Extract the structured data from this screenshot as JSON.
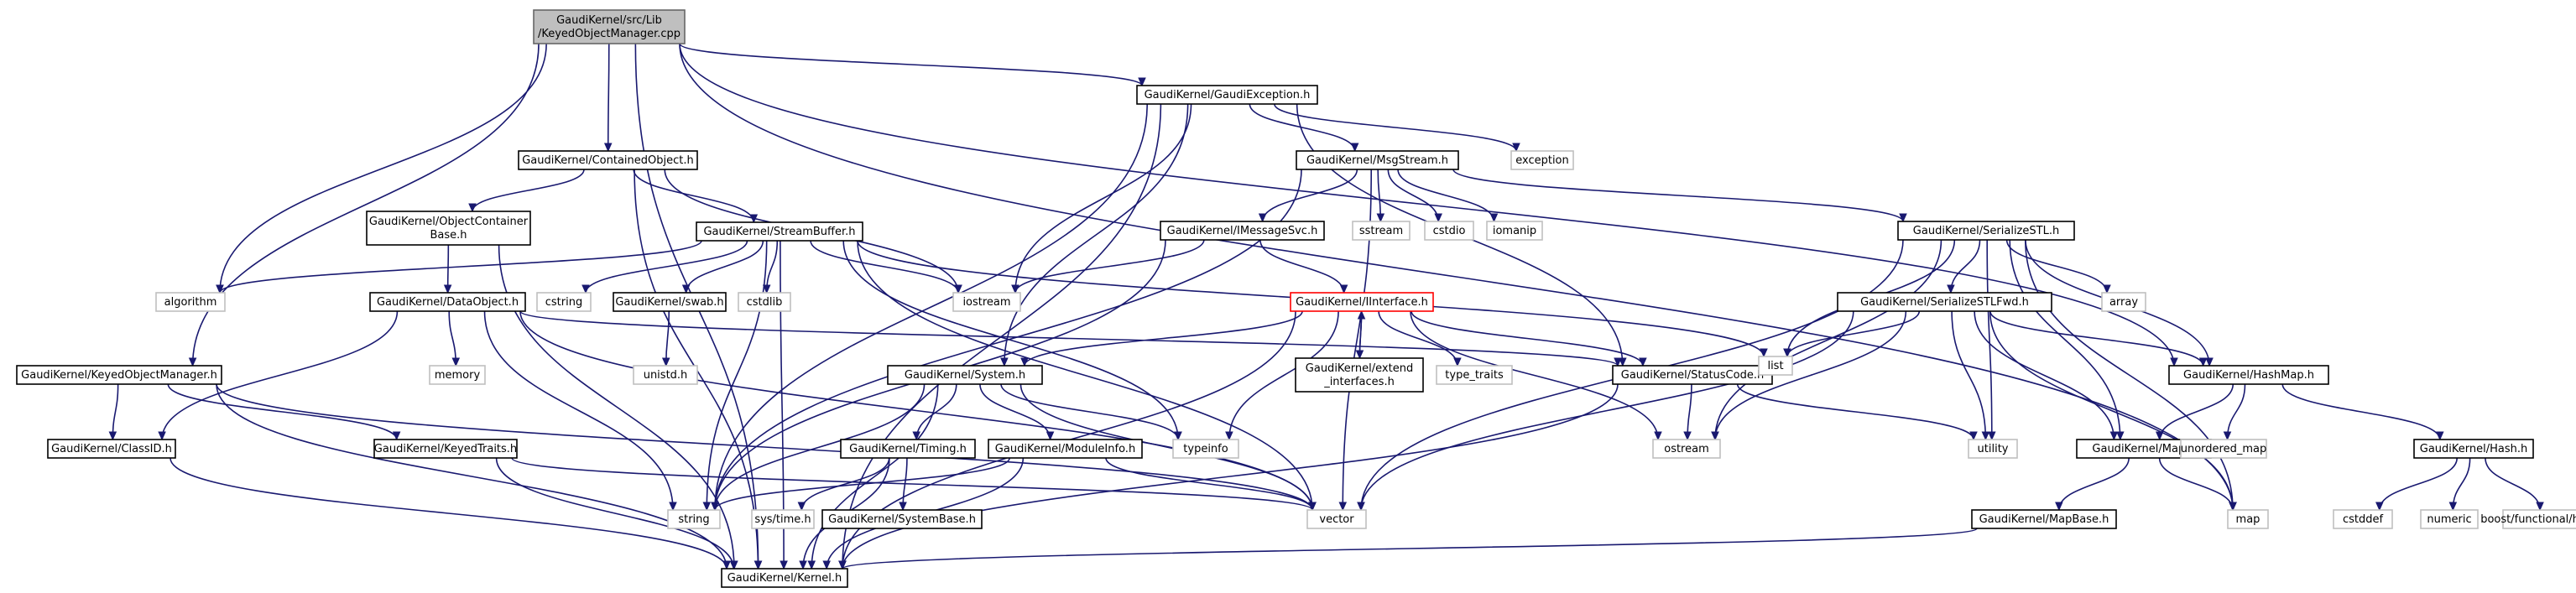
{
  "colors": {
    "edge": "#191970",
    "node_border": "#000000",
    "system_border": "#bfbfbf",
    "root_fill": "#bfbfbf",
    "root_border": "#666666",
    "missing_border": "#ff0000",
    "node_fill": "#ffffff"
  },
  "nodes": [
    {
      "id": "root",
      "style": "root",
      "lines": [
        "GaudiKernel/src/Lib",
        "/KeyedObjectManager.cpp"
      ]
    },
    {
      "id": "gaudiexception",
      "style": "normal",
      "lines": [
        "GaudiKernel/GaudiException.h"
      ]
    },
    {
      "id": "containedobject",
      "style": "normal",
      "lines": [
        "GaudiKernel/ContainedObject.h"
      ]
    },
    {
      "id": "objectcontainerbase",
      "style": "normal",
      "lines": [
        "GaudiKernel/ObjectContainer",
        "Base.h"
      ]
    },
    {
      "id": "streambuffer",
      "style": "normal",
      "lines": [
        "GaudiKernel/StreamBuffer.h"
      ]
    },
    {
      "id": "msgstream",
      "style": "normal",
      "lines": [
        "GaudiKernel/MsgStream.h"
      ]
    },
    {
      "id": "imessagesvc",
      "style": "normal",
      "lines": [
        "GaudiKernel/IMessageSvc.h"
      ]
    },
    {
      "id": "serializestl",
      "style": "normal",
      "lines": [
        "GaudiKernel/SerializeSTL.h"
      ]
    },
    {
      "id": "serializestlfwd",
      "style": "normal",
      "lines": [
        "GaudiKernel/SerializeSTLFwd.h"
      ]
    },
    {
      "id": "dataobject",
      "style": "normal",
      "lines": [
        "GaudiKernel/DataObject.h"
      ]
    },
    {
      "id": "swab",
      "style": "normal",
      "lines": [
        "GaudiKernel/swab.h"
      ]
    },
    {
      "id": "iinterface",
      "style": "missing",
      "lines": [
        "GaudiKernel/IInterface.h"
      ]
    },
    {
      "id": "extendinterfaces",
      "style": "normal",
      "lines": [
        "GaudiKernel/extend",
        "_interfaces.h"
      ]
    },
    {
      "id": "statuscode",
      "style": "normal",
      "lines": [
        "GaudiKernel/StatusCode.h"
      ]
    },
    {
      "id": "keyedobjectmanager",
      "style": "normal",
      "lines": [
        "GaudiKernel/KeyedObjectManager.h"
      ]
    },
    {
      "id": "system",
      "style": "normal",
      "lines": [
        "GaudiKernel/System.h"
      ]
    },
    {
      "id": "hashmap",
      "style": "normal",
      "lines": [
        "GaudiKernel/HashMap.h"
      ]
    },
    {
      "id": "classid",
      "style": "normal",
      "lines": [
        "GaudiKernel/ClassID.h"
      ]
    },
    {
      "id": "keyedtraits",
      "style": "normal",
      "lines": [
        "GaudiKernel/KeyedTraits.h"
      ]
    },
    {
      "id": "timing",
      "style": "normal",
      "lines": [
        "GaudiKernel/Timing.h"
      ]
    },
    {
      "id": "moduleinfo",
      "style": "normal",
      "lines": [
        "GaudiKernel/ModuleInfo.h"
      ]
    },
    {
      "id": "gkmap",
      "style": "normal",
      "lines": [
        "GaudiKernel/Map.h"
      ]
    },
    {
      "id": "hash",
      "style": "normal",
      "lines": [
        "GaudiKernel/Hash.h"
      ]
    },
    {
      "id": "systembase",
      "style": "normal",
      "lines": [
        "GaudiKernel/SystemBase.h"
      ]
    },
    {
      "id": "mapbase",
      "style": "normal",
      "lines": [
        "GaudiKernel/MapBase.h"
      ]
    },
    {
      "id": "kernel",
      "style": "normal",
      "lines": [
        "GaudiKernel/Kernel.h"
      ]
    },
    {
      "id": "exception",
      "style": "system",
      "lines": [
        "exception"
      ]
    },
    {
      "id": "sstream",
      "style": "system",
      "lines": [
        "sstream"
      ]
    },
    {
      "id": "cstdio",
      "style": "system",
      "lines": [
        "cstdio"
      ]
    },
    {
      "id": "iomanip",
      "style": "system",
      "lines": [
        "iomanip"
      ]
    },
    {
      "id": "algorithm",
      "style": "system",
      "lines": [
        "algorithm"
      ]
    },
    {
      "id": "cstring",
      "style": "system",
      "lines": [
        "cstring"
      ]
    },
    {
      "id": "cstdlib",
      "style": "system",
      "lines": [
        "cstdlib"
      ]
    },
    {
      "id": "iostream",
      "style": "system",
      "lines": [
        "iostream"
      ]
    },
    {
      "id": "array",
      "style": "system",
      "lines": [
        "array"
      ]
    },
    {
      "id": "list",
      "style": "system",
      "lines": [
        "list"
      ]
    },
    {
      "id": "memory",
      "style": "system",
      "lines": [
        "memory"
      ]
    },
    {
      "id": "unistd",
      "style": "system",
      "lines": [
        "unistd.h"
      ]
    },
    {
      "id": "type_traits",
      "style": "system",
      "lines": [
        "type_traits"
      ]
    },
    {
      "id": "typeinfo",
      "style": "system",
      "lines": [
        "typeinfo"
      ]
    },
    {
      "id": "ostream",
      "style": "system",
      "lines": [
        "ostream"
      ]
    },
    {
      "id": "utility",
      "style": "system",
      "lines": [
        "utility"
      ]
    },
    {
      "id": "unordered_map",
      "style": "system",
      "lines": [
        "unordered_map"
      ]
    },
    {
      "id": "string",
      "style": "system",
      "lines": [
        "string"
      ]
    },
    {
      "id": "systime",
      "style": "system",
      "lines": [
        "sys/time.h"
      ]
    },
    {
      "id": "vector",
      "style": "system",
      "lines": [
        "vector"
      ]
    },
    {
      "id": "stdmap",
      "style": "system",
      "lines": [
        "map"
      ]
    },
    {
      "id": "cstddef",
      "style": "system",
      "lines": [
        "cstddef"
      ]
    },
    {
      "id": "numeric",
      "style": "system",
      "lines": [
        "numeric"
      ]
    },
    {
      "id": "boosthash",
      "style": "system",
      "lines": [
        "boost/functional/hash.hpp"
      ]
    }
  ],
  "edges": [
    [
      "root",
      "gaudiexception"
    ],
    [
      "root",
      "containedobject"
    ],
    [
      "root",
      "keyedobjectmanager"
    ],
    [
      "root",
      "algorithm"
    ],
    [
      "root",
      "kernel"
    ],
    [
      "root",
      "hashmap"
    ],
    [
      "root",
      "stdmap"
    ],
    [
      "gaudiexception",
      "msgstream"
    ],
    [
      "gaudiexception",
      "exception"
    ],
    [
      "gaudiexception",
      "statuscode"
    ],
    [
      "gaudiexception",
      "system"
    ],
    [
      "gaudiexception",
      "iostream"
    ],
    [
      "gaudiexception",
      "string"
    ],
    [
      "gaudiexception",
      "kernel"
    ],
    [
      "containedobject",
      "objectcontainerbase"
    ],
    [
      "containedobject",
      "streambuffer"
    ],
    [
      "containedobject",
      "iostream"
    ],
    [
      "containedobject",
      "kernel"
    ],
    [
      "objectcontainerbase",
      "dataobject"
    ],
    [
      "objectcontainerbase",
      "kernel"
    ],
    [
      "streambuffer",
      "algorithm"
    ],
    [
      "streambuffer",
      "cstring"
    ],
    [
      "streambuffer",
      "swab"
    ],
    [
      "streambuffer",
      "cstdlib"
    ],
    [
      "streambuffer",
      "iostream"
    ],
    [
      "streambuffer",
      "list"
    ],
    [
      "streambuffer",
      "string"
    ],
    [
      "streambuffer",
      "typeinfo"
    ],
    [
      "streambuffer",
      "vector"
    ],
    [
      "streambuffer",
      "kernel"
    ],
    [
      "msgstream",
      "imessagesvc"
    ],
    [
      "msgstream",
      "sstream"
    ],
    [
      "msgstream",
      "cstdio"
    ],
    [
      "msgstream",
      "iomanip"
    ],
    [
      "msgstream",
      "serializestl"
    ],
    [
      "msgstream",
      "string"
    ],
    [
      "msgstream",
      "vector"
    ],
    [
      "imessagesvc",
      "iinterface"
    ],
    [
      "imessagesvc",
      "iostream"
    ],
    [
      "imessagesvc",
      "string"
    ],
    [
      "serializestl",
      "serializestlfwd"
    ],
    [
      "serializestl",
      "array"
    ],
    [
      "serializestl",
      "list"
    ],
    [
      "serializestl",
      "utility"
    ],
    [
      "serializestl",
      "hashmap"
    ],
    [
      "serializestl",
      "gkmap"
    ],
    [
      "serializestl",
      "stdmap"
    ],
    [
      "serializestl",
      "ostream"
    ],
    [
      "serializestl",
      "vector"
    ],
    [
      "serializestlfwd",
      "list"
    ],
    [
      "serializestlfwd",
      "utility"
    ],
    [
      "serializestlfwd",
      "ostream"
    ],
    [
      "serializestlfwd",
      "vector"
    ],
    [
      "serializestlfwd",
      "gkmap"
    ],
    [
      "serializestlfwd",
      "hashmap"
    ],
    [
      "serializestlfwd",
      "stdmap"
    ],
    [
      "dataobject",
      "classid"
    ],
    [
      "dataobject",
      "memory"
    ],
    [
      "dataobject",
      "statuscode"
    ],
    [
      "dataobject",
      "string"
    ],
    [
      "dataobject",
      "vector"
    ],
    [
      "swab",
      "unistd"
    ],
    [
      "iinterface",
      "extendinterfaces"
    ],
    [
      "iinterface",
      "type_traits"
    ],
    [
      "iinterface",
      "typeinfo"
    ],
    [
      "iinterface",
      "statuscode"
    ],
    [
      "iinterface",
      "system"
    ],
    [
      "iinterface",
      "ostream"
    ],
    [
      "iinterface",
      "kernel"
    ],
    [
      "extendinterfaces",
      "iinterface"
    ],
    [
      "statuscode",
      "ostream"
    ],
    [
      "statuscode",
      "utility"
    ],
    [
      "statuscode",
      "kernel"
    ],
    [
      "keyedobjectmanager",
      "classid"
    ],
    [
      "keyedobjectmanager",
      "keyedtraits"
    ],
    [
      "keyedobjectmanager",
      "vector"
    ],
    [
      "keyedobjectmanager",
      "kernel"
    ],
    [
      "system",
      "timing"
    ],
    [
      "system",
      "moduleinfo"
    ],
    [
      "system",
      "string"
    ],
    [
      "system",
      "typeinfo"
    ],
    [
      "system",
      "vector"
    ],
    [
      "system",
      "kernel"
    ],
    [
      "hashmap",
      "gkmap"
    ],
    [
      "hashmap",
      "hash"
    ],
    [
      "hashmap",
      "unordered_map"
    ],
    [
      "classid",
      "kernel"
    ],
    [
      "keyedtraits",
      "vector"
    ],
    [
      "keyedtraits",
      "kernel"
    ],
    [
      "timing",
      "systembase"
    ],
    [
      "timing",
      "systime"
    ],
    [
      "timing",
      "kernel"
    ],
    [
      "moduleinfo",
      "string"
    ],
    [
      "moduleinfo",
      "vector"
    ],
    [
      "moduleinfo",
      "kernel"
    ],
    [
      "gkmap",
      "mapbase"
    ],
    [
      "gkmap",
      "stdmap"
    ],
    [
      "mapbase",
      "kernel"
    ],
    [
      "hash",
      "cstddef"
    ],
    [
      "hash",
      "numeric"
    ],
    [
      "hash",
      "boosthash"
    ]
  ]
}
